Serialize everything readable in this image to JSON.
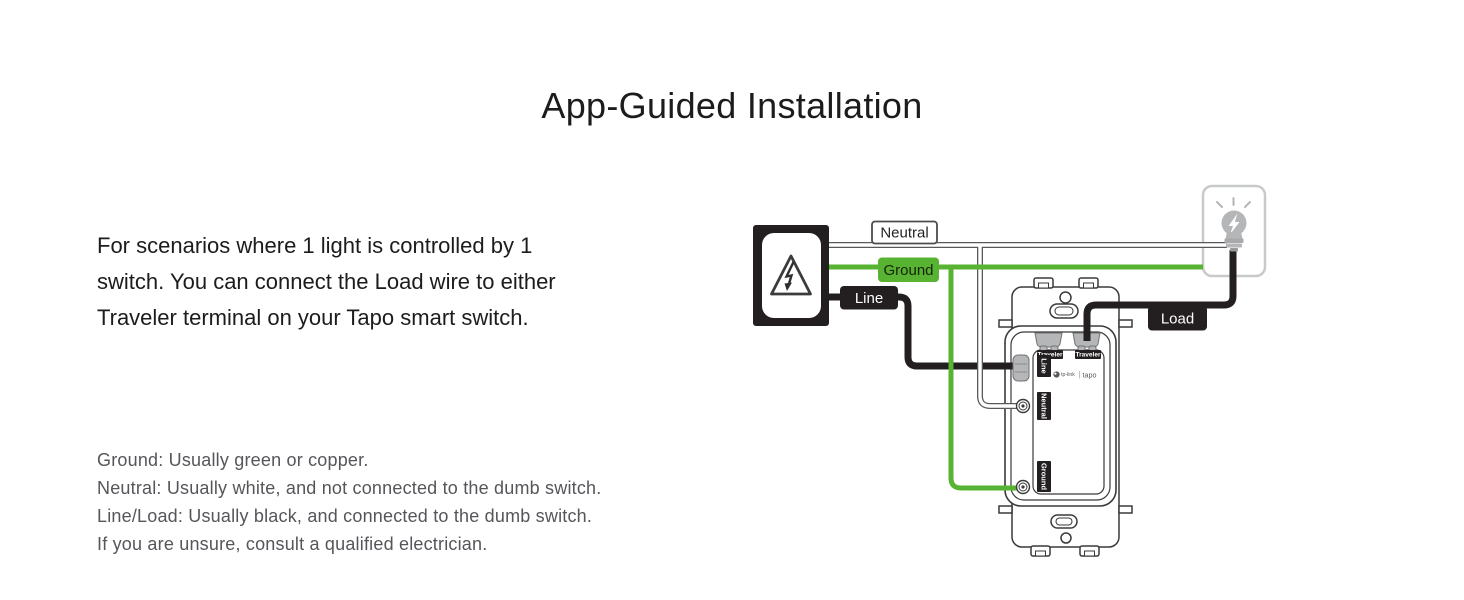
{
  "title": "App-Guided Installation",
  "description": {
    "lines": [
      "For scenarios where 1 light is controlled by 1",
      "switch. You can connect the Load wire to either",
      "Traveler terminal on your Tapo smart switch."
    ]
  },
  "notes": {
    "lines": [
      "Ground: Usually green or copper.",
      "Neutral: Usually white, and not connected to the dumb switch.",
      "Line/Load: Usually black, and connected to the dumb switch.",
      "If you are unsure, consult a qualified electrician."
    ]
  },
  "diagram": {
    "wire_labels": {
      "neutral": "Neutral",
      "ground": "Ground",
      "line": "Line",
      "load": "Load"
    },
    "switch": {
      "traveler_left": "Traveler",
      "traveler_right": "Traveler",
      "terminal_line": "Line",
      "terminal_neutral": "Neutral",
      "terminal_ground": "Ground",
      "brand": "tp-link",
      "brand_sub": "tapo"
    },
    "colors": {
      "ground_green": "#57b331",
      "wire_black": "#231f20",
      "neutral_gray": "#58595b",
      "fixture_gray": "#c8c9ca",
      "bulb_gray": "#b5b6b8"
    }
  }
}
